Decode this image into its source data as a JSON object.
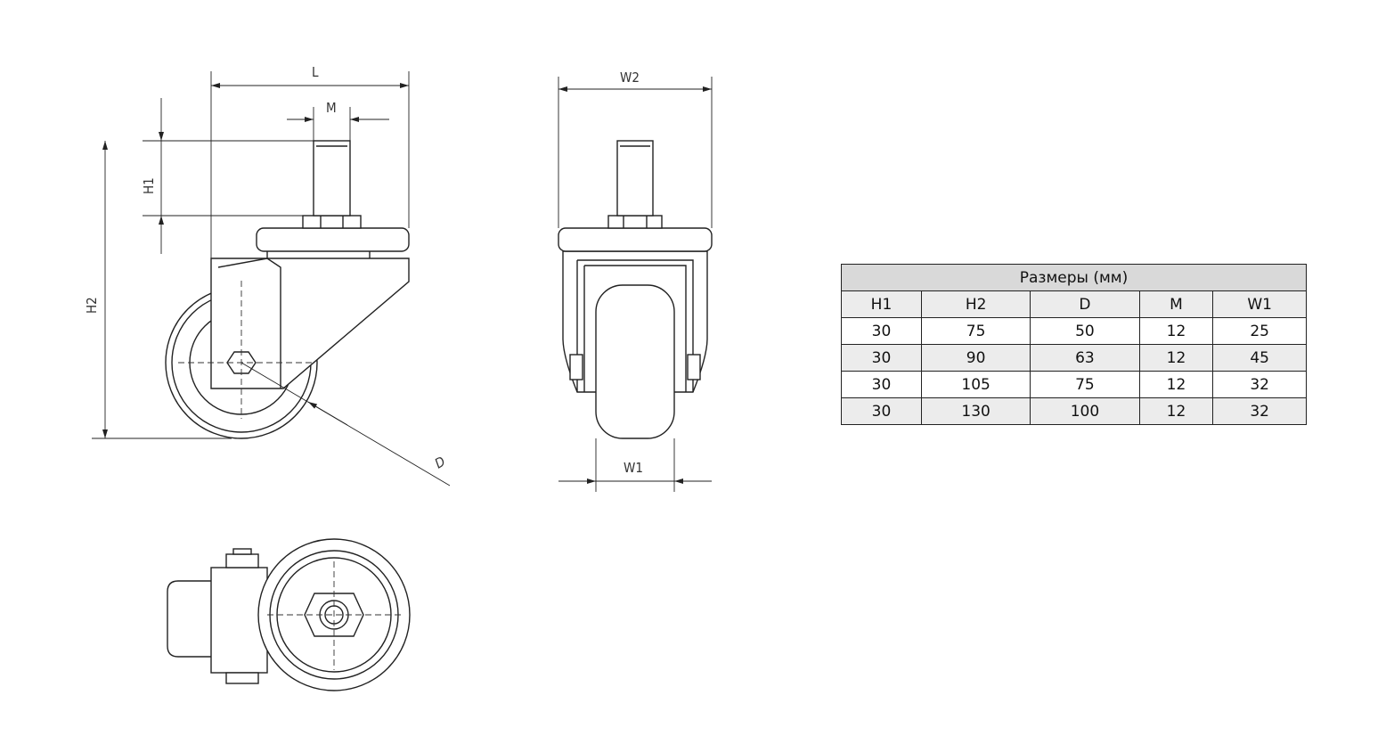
{
  "drawing": {
    "labels": {
      "L": "L",
      "M": "M",
      "H1": "H1",
      "H2": "H2",
      "D": "D",
      "W2": "W2",
      "W1": "W1"
    }
  },
  "table": {
    "title": "Размеры (мм)",
    "columns": [
      "H1",
      "H2",
      "D",
      "M",
      "W1"
    ],
    "rows": [
      [
        "30",
        "75",
        "50",
        "12",
        "25"
      ],
      [
        "30",
        "90",
        "63",
        "12",
        "45"
      ],
      [
        "30",
        "105",
        "75",
        "12",
        "32"
      ],
      [
        "30",
        "130",
        "100",
        "12",
        "32"
      ]
    ]
  }
}
